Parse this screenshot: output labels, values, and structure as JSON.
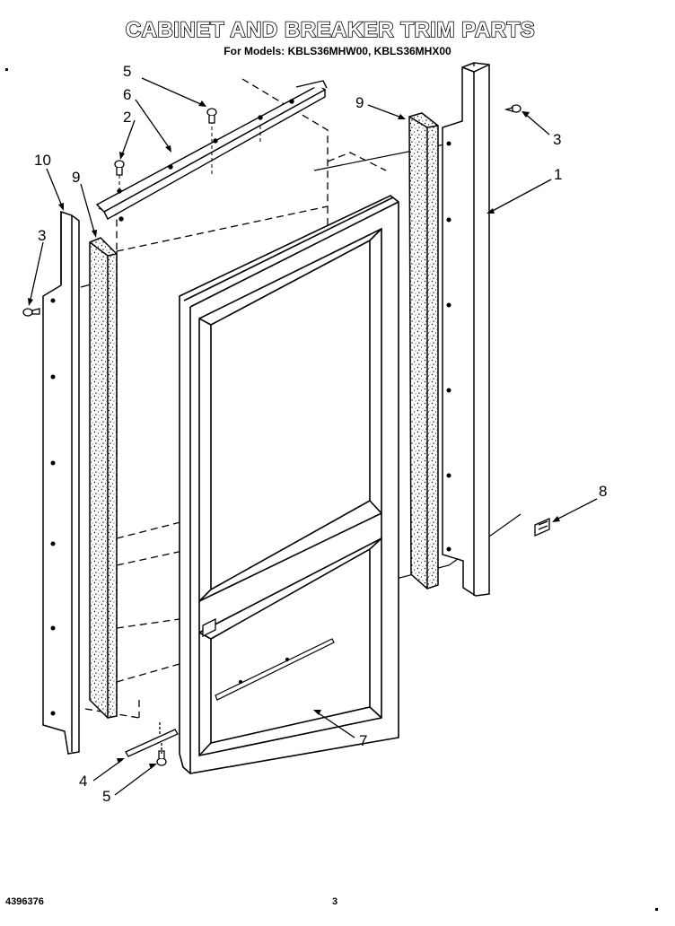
{
  "header": {
    "title": "CABINET AND BREAKER TRIM PARTS",
    "subtitle": "For Models: KBLS36MHW00, KBLS36MHX00"
  },
  "callouts": [
    "1",
    "2",
    "3",
    "3",
    "4",
    "5",
    "5",
    "6",
    "7",
    "8",
    "9",
    "9",
    "10"
  ],
  "footer": {
    "doc_number": "4396376",
    "page_number": "3"
  }
}
